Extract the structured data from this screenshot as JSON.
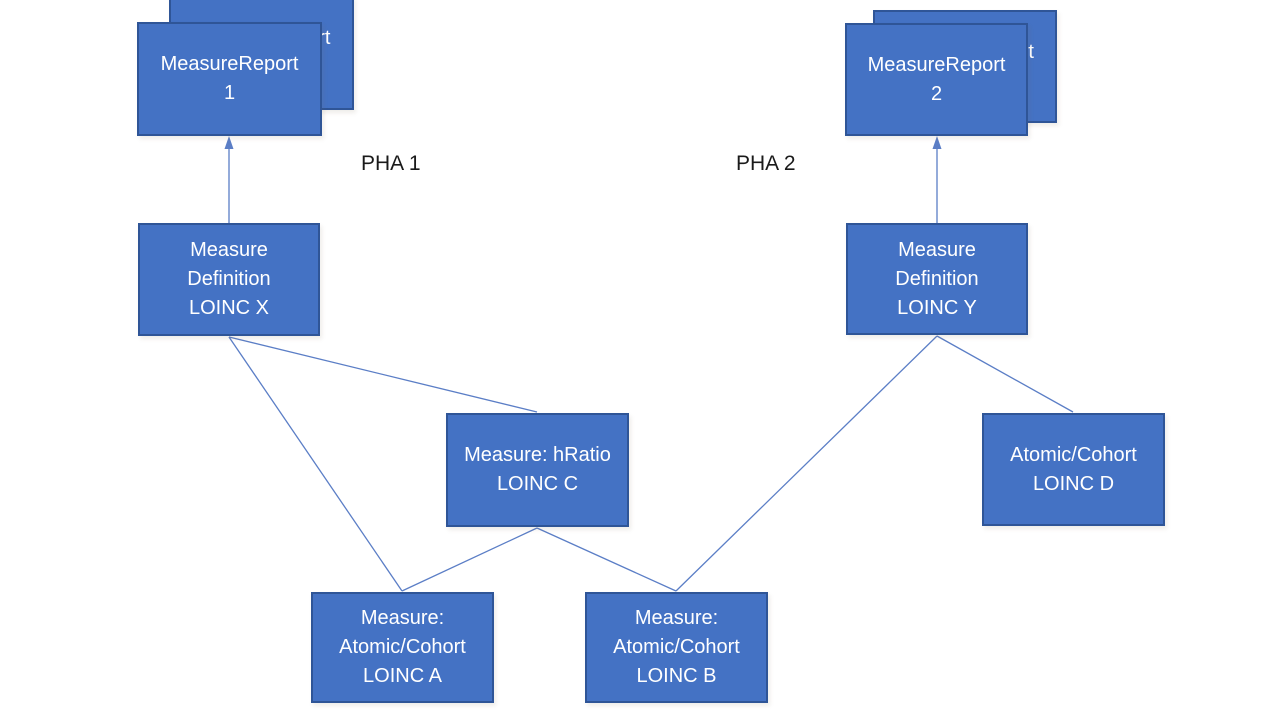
{
  "labels": {
    "pha1": "PHA 1",
    "pha2": "PHA 2"
  },
  "nodes": {
    "mr1_back": {
      "label": "MeasureReport\n "
    },
    "mr1": {
      "label": "MeasureReport\n1"
    },
    "mr2_back": {
      "label": "MeasureReport\n "
    },
    "mr2": {
      "label": "MeasureReport\n2"
    },
    "measure_def_x": {
      "label": "Measure\nDefinition\nLOINC X"
    },
    "measure_def_y": {
      "label": "Measure\nDefinition\nLOINC Y"
    },
    "measure_hratio_c": {
      "label": "Measure: hRatio\nLOINC C"
    },
    "atomic_cohort_d": {
      "label": "Atomic/Cohort\nLOINC D"
    },
    "measure_atomic_a": {
      "label": "Measure:\nAtomic/Cohort\nLOINC A"
    },
    "measure_atomic_b": {
      "label": "Measure:\nAtomic/Cohort\nLOINC B"
    }
  },
  "edges": [
    {
      "from": "measure_def_x",
      "to": "mr1",
      "arrow": true
    },
    {
      "from": "measure_def_y",
      "to": "mr2",
      "arrow": true
    },
    {
      "from": "measure_def_x",
      "to": "measure_hratio_c",
      "arrow": false
    },
    {
      "from": "measure_def_x",
      "to": "measure_atomic_a",
      "arrow": false
    },
    {
      "from": "measure_hratio_c",
      "to": "measure_atomic_a",
      "arrow": false
    },
    {
      "from": "measure_hratio_c",
      "to": "measure_atomic_b",
      "arrow": false
    },
    {
      "from": "measure_def_y",
      "to": "measure_atomic_b",
      "arrow": false
    },
    {
      "from": "measure_def_y",
      "to": "atomic_cohort_d",
      "arrow": false
    }
  ],
  "colors": {
    "box_fill": "#4472C4",
    "box_border": "#2F5597",
    "connector": "#5B7EC6",
    "box_text": "#FFFFFF",
    "label_text": "#1A1A1A",
    "background": "#FFFFFF"
  }
}
